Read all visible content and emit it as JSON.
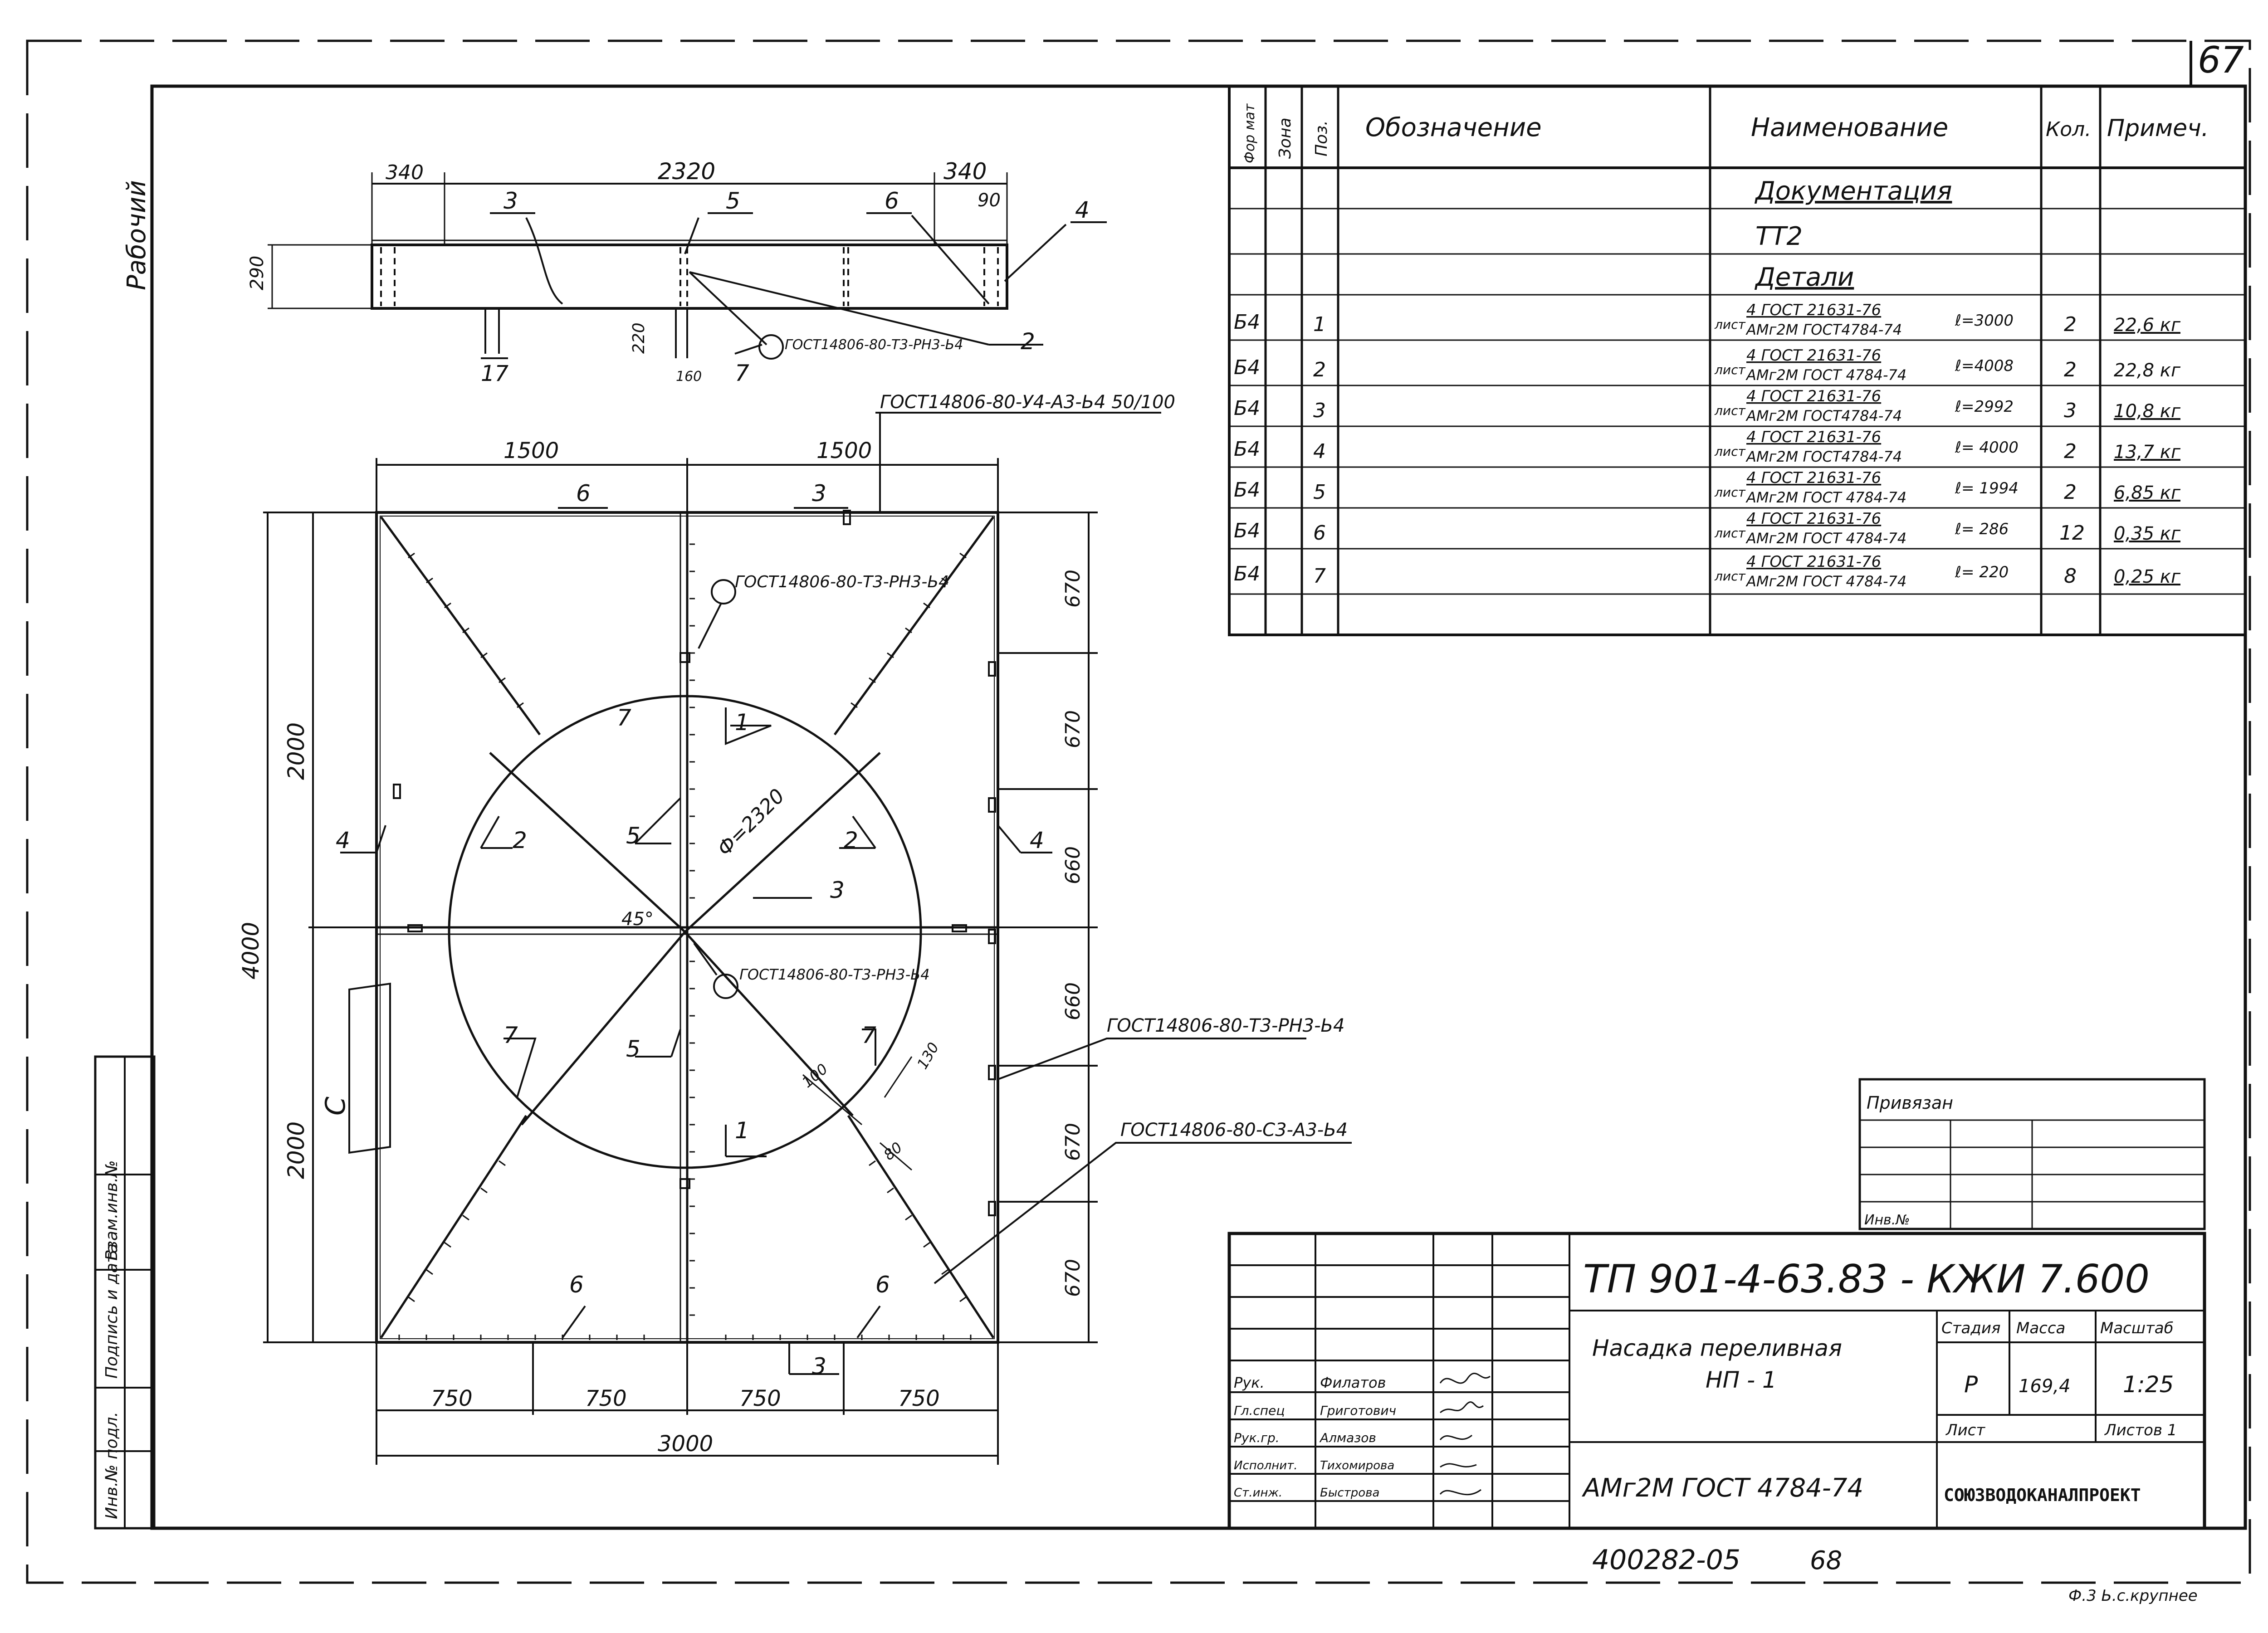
{
  "sheet_number": "67",
  "rotated_label": "Рабочий",
  "top_view": {
    "dims": [
      "340",
      "2320",
      "340",
      "90"
    ],
    "height_dim": "290",
    "small_dims": [
      "220",
      "160"
    ],
    "leaders": [
      "3",
      "5",
      "6",
      "4",
      "7",
      "2"
    ],
    "section_mark": "17",
    "weld_callout": "ГОСТ14806-80-Т3-РН3-Ь4"
  },
  "plan_view": {
    "weld_top": "ГОСТ14806-80-У4-А3-Ь4 50/100",
    "top_dims": [
      "1500",
      "1500"
    ],
    "left_dims": [
      "2000",
      "2000"
    ],
    "total_left": "4000",
    "right_dims": [
      "670",
      "670",
      "660",
      "660",
      "670",
      "670"
    ],
    "bottom_dims": [
      "750",
      "750",
      "750",
      "750"
    ],
    "bottom_total": "3000",
    "diameter": "Ф=2320",
    "angle": "45°",
    "weld_1": "ГОСТ14806-80-Т3-РН3-Ь4",
    "weld_2": "ГОСТ14806-80-Т3-РН3-Ь4",
    "weld_right": "ГОСТ14806-80-Т3-РН3-Ь4",
    "weld_right2": "ГОСТ14806-80-С3-А3-Ь4",
    "small_dims": [
      "100",
      "130",
      "80"
    ],
    "section_c": "С",
    "leaders": [
      "6",
      "3",
      "4",
      "4",
      "1",
      "1",
      "2",
      "2",
      "5",
      "5",
      "3",
      "7",
      "7",
      "7",
      "6",
      "6",
      "3"
    ]
  },
  "spec_table": {
    "headers": [
      "Фор мат",
      "Зона",
      "Поз.",
      "Обозначение",
      "Наименование",
      "Кол.",
      "Примеч."
    ],
    "sections": [
      "Документация",
      "ТТ2",
      "Детали"
    ],
    "rows": [
      {
        "format": "Б4",
        "pos": "1",
        "prefix": "лист",
        "top": "4 ГОСТ 21631-76",
        "bottom": "АМг2М ГОСТ4784-74",
        "len": "ℓ=3000",
        "qty": "2",
        "note": "22,6 кг"
      },
      {
        "format": "Б4",
        "pos": "2",
        "prefix": "лист",
        "top": "4 ГОСТ 21631-76",
        "bottom": "АМг2М ГОСТ 4784-74",
        "len": "ℓ=4008",
        "qty": "2",
        "note": "22,8 кг"
      },
      {
        "format": "Б4",
        "pos": "3",
        "prefix": "лист",
        "top": "4 ГОСТ 21631-76",
        "bottom": "АМг2М ГОСТ4784-74",
        "len": "ℓ=2992",
        "qty": "3",
        "note": "10,8 кг"
      },
      {
        "format": "Б4",
        "pos": "4",
        "prefix": "лист",
        "top": "4 ГОСТ 21631-76",
        "bottom": "АМг2М ГОСТ4784-74",
        "len": "ℓ= 4000",
        "qty": "2",
        "note": "13,7 кг"
      },
      {
        "format": "Б4",
        "pos": "5",
        "prefix": "лист",
        "top": "4 ГОСТ 21631-76",
        "bottom": "АМг2М ГОСТ 4784-74",
        "len": "ℓ= 1994",
        "qty": "2",
        "note": "6,85 кг"
      },
      {
        "format": "Б4",
        "pos": "6",
        "prefix": "лист",
        "top": "4 ГОСТ 21631-76",
        "bottom": "АМг2М ГОСТ 4784-74",
        "len": "ℓ= 286",
        "qty": "12",
        "note": "0,35 кг"
      },
      {
        "format": "Б4",
        "pos": "7",
        "prefix": "лист",
        "top": "4 ГОСТ 21631-76",
        "bottom": "АМг2М ГОСТ 4784-74",
        "len": "ℓ= 220",
        "qty": "8",
        "note": "0,25 кг"
      }
    ]
  },
  "approval_block": {
    "title": "Привязан",
    "inv": "Инв.№"
  },
  "title_block": {
    "code": "ТП 901-4-63.83 - КЖИ  7.600",
    "name_line1": "Насадка переливная",
    "name_line2": "НП - 1",
    "material": "АМг2М ГОСТ 4784-74",
    "org": "СОЮЗВОДОКАНАЛПРОЕКТ",
    "stage_label": "Стадия",
    "mass_label": "Масса",
    "scale_label": "Масштаб",
    "stage": "Р",
    "mass": "169,4",
    "scale": "1:25",
    "sheet_label": "Лист",
    "sheets_label": "Листов 1",
    "roles": [
      "Рук.",
      "Гл.спец",
      "Рук.гр.",
      "Исполнит.",
      "Ст.инж."
    ],
    "names": [
      "Филатов",
      "Григотович",
      "Алмазов",
      "Тихомирова",
      "Быстрова"
    ]
  },
  "side_stamp": [
    "Инв.№ подл.",
    "Подпись и дата",
    "Взам.инв.№"
  ],
  "bottom_number": "400282-05",
  "bottom_page": "68",
  "bottom_right": "Ф.3 Ь.с.крупнее"
}
